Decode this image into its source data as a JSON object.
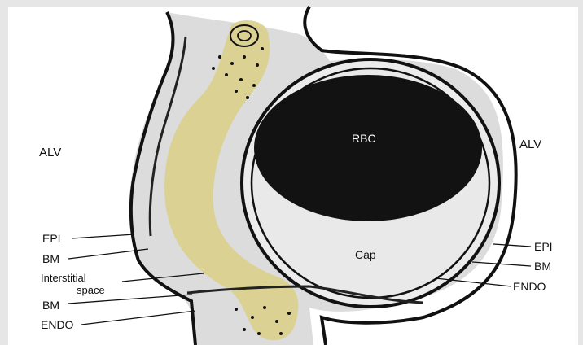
{
  "diagram": {
    "labels": {
      "alv_left": "ALV",
      "alv_right": "ALV",
      "rbc": "RBC",
      "cap": "Cap",
      "epi_left": "EPI",
      "bm_left_upper": "BM",
      "interstitial_line1": "Interstitial",
      "interstitial_line2": "space",
      "bm_left_lower": "BM",
      "endo_left": "ENDO",
      "epi_right": "EPI",
      "bm_right": "BM",
      "endo_right": "ENDO"
    },
    "colors": {
      "background": "#ffffff",
      "outer_frame": "#e4e4e4",
      "tissue_gray": "#dcdcdc",
      "interstitial_yellow": "#d9cf8a",
      "rbc_fill": "#121212",
      "membrane": "#111111"
    }
  }
}
